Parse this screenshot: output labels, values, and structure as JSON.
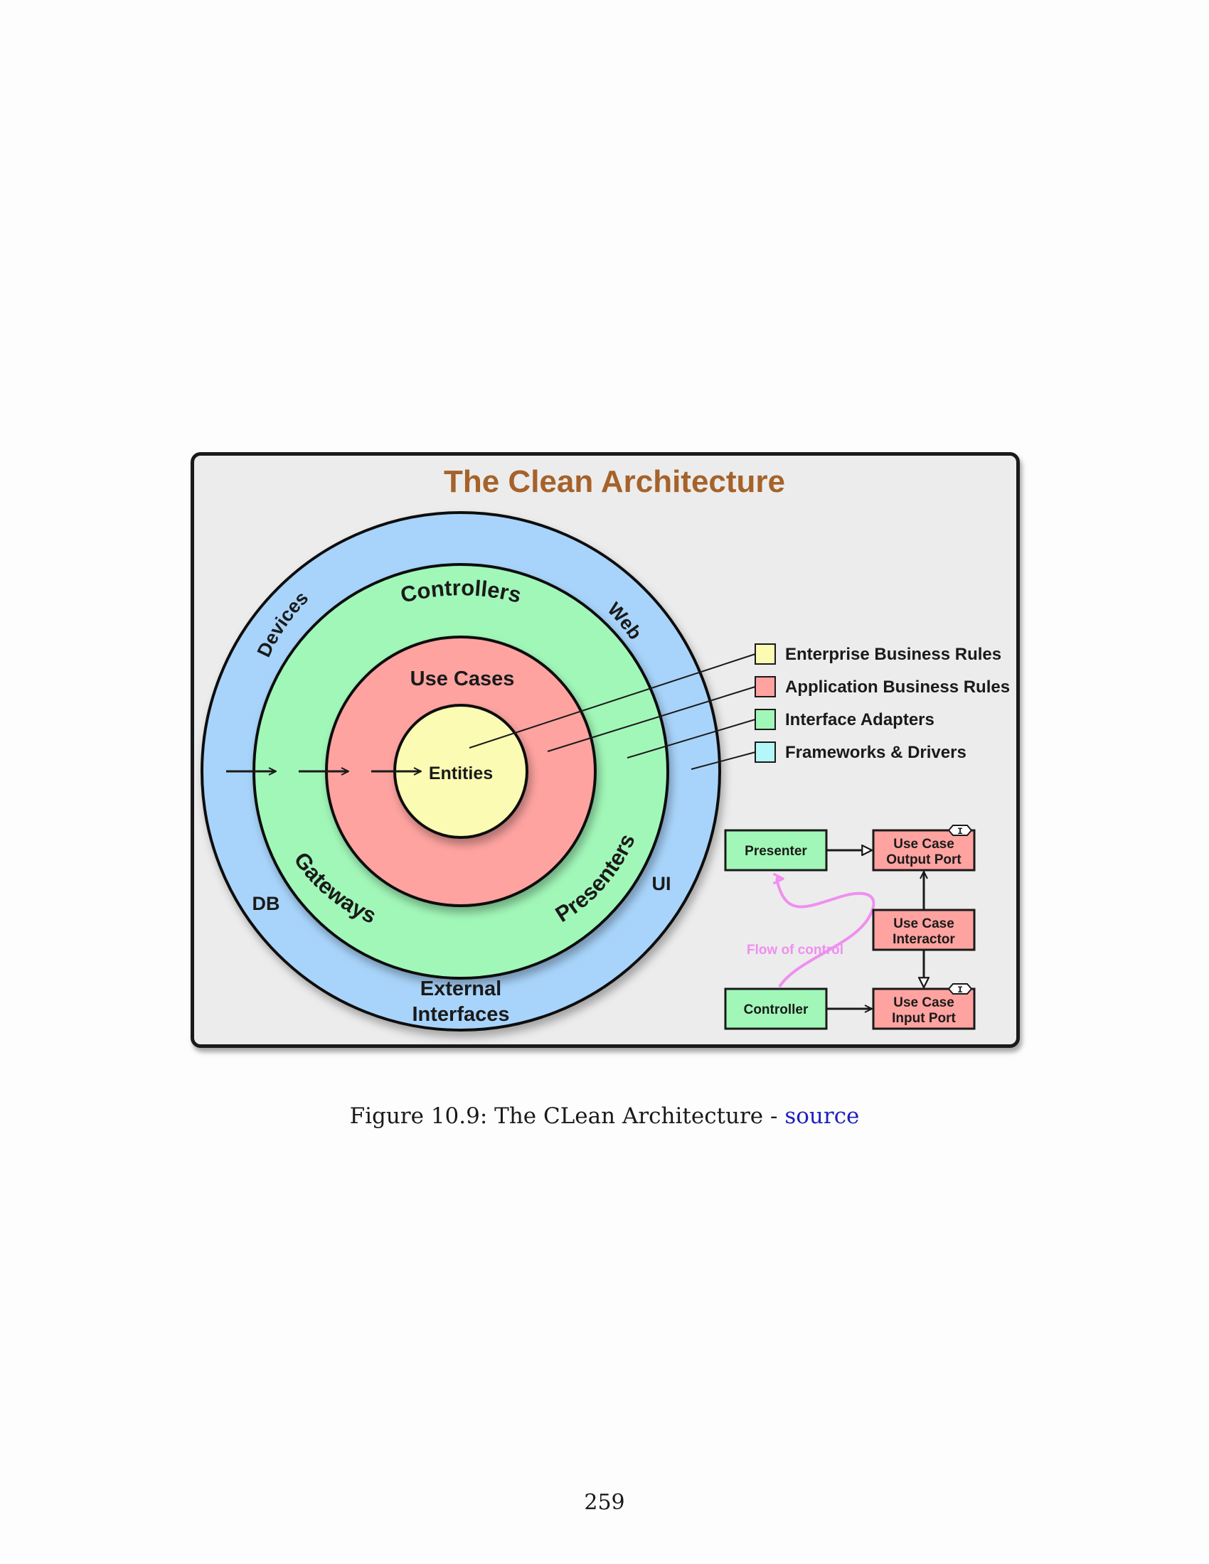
{
  "figure": {
    "title": "The Clean Architecture",
    "rings": {
      "outer": {
        "labels": [
          "Devices",
          "Web",
          "UI",
          "DB",
          "External",
          "Interfaces"
        ],
        "color": "#a8d4fb"
      },
      "interface": {
        "labels": [
          "Controllers",
          "Gateways",
          "Presenters"
        ],
        "color": "#a1f7b8"
      },
      "application": {
        "label": "Use Cases",
        "color": "#fea3a0"
      },
      "core": {
        "label": "Entities",
        "color": "#fbfbb3"
      }
    },
    "legend": [
      {
        "label": "Enterprise Business Rules",
        "color": "#fbfbb3"
      },
      {
        "label": "Application Business Rules",
        "color": "#fea3a0"
      },
      {
        "label": "Interface Adapters",
        "color": "#a1f7b8"
      },
      {
        "label": "Frameworks & Drivers",
        "color": "#b4f7fb"
      }
    ],
    "flow": {
      "presenter": "Presenter",
      "controller": "Controller",
      "output_port": [
        "Use Case",
        "Output Port"
      ],
      "interactor": [
        "Use Case",
        "Interactor"
      ],
      "input_port": [
        "Use Case",
        "Input Port"
      ],
      "interface_marker": "I",
      "flow_label": "Flow of control",
      "flow_color": "#f08ff0"
    },
    "title_color": "#a5622a"
  },
  "caption": {
    "prefix": "Figure 10.9: The CLean Architecture - ",
    "link_text": "source"
  },
  "page_number": "259"
}
